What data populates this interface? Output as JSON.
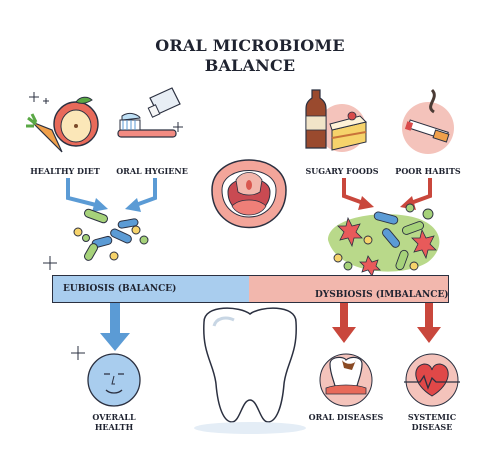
{
  "title": {
    "line1": "ORAL MICROBIOME",
    "line2": "BALANCE"
  },
  "labels": {
    "healthy_diet": "HEALTHY DIET",
    "oral_hygiene": "ORAL HYGIENE",
    "sugary_foods": "SUGARY FOODS",
    "poor_habits": "POOR HABITS",
    "eubiosis": "EUBIOSIS (BALANCE)",
    "dysbiosis": "DYSBIOSIS (IMBALANCE)",
    "overall_health": "OVERALL HEALTH",
    "oral_diseases": "ORAL DISEASES",
    "systemic_disease": "SYSTEMIC DISEASE"
  },
  "stock_id": "1773789450",
  "colors": {
    "balance_blue": "#a9cdee",
    "imbalance_red": "#f2b7ad",
    "arrow_blue": "#5b9bd5",
    "arrow_red": "#c9473c",
    "outline": "#2b3040"
  },
  "icons": [
    "sparkle-icon",
    "apple-icon",
    "carrot-icon",
    "toothbrush-icon",
    "toothpaste-icon",
    "bacteria-icon",
    "virus-icon",
    "mouth-icon",
    "soda-bottle-icon",
    "cake-icon",
    "cigarette-icon",
    "tooth-icon",
    "smile-face-icon",
    "decayed-tooth-icon",
    "heart-ecg-icon"
  ]
}
